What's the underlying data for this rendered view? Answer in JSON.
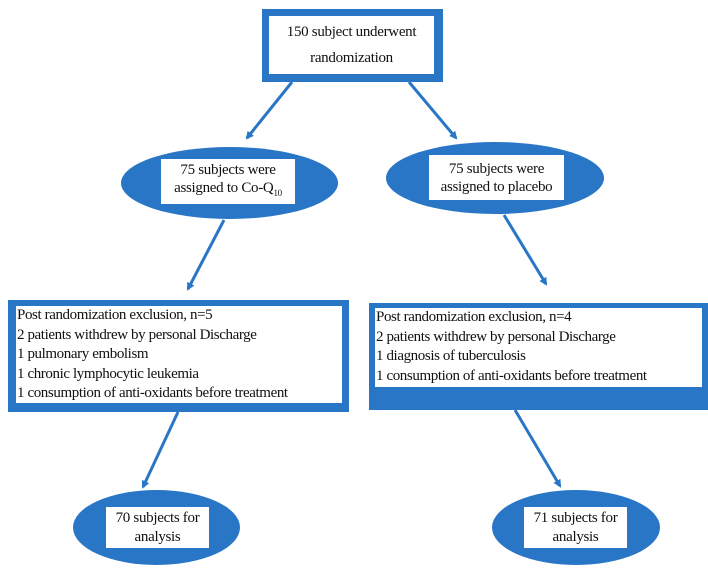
{
  "colors": {
    "accent": "#2a76c6"
  },
  "top": {
    "line1": "150 subject underwent",
    "line2": "randomization"
  },
  "groups": [
    {
      "assigned_line1": "75 subjects were",
      "assigned_line2": "assigned to Co-Q",
      "assigned_sub": "10",
      "exclusion": [
        "Post randomization exclusion, n=5",
        "2 patients withdrew by personal Discharge",
        "1 pulmonary embolism",
        "1 chronic lymphocytic leukemia",
        "1 consumption of anti-oxidants before treatment"
      ],
      "analysis_line1": "70 subjects for",
      "analysis_line2": "analysis"
    },
    {
      "assigned_line1": "75 subjects were",
      "assigned_line2": "assigned to placebo",
      "exclusion": [
        "Post randomization exclusion, n=4",
        "2 patients withdrew by personal Discharge",
        "1 diagnosis of tuberculosis",
        "1 consumption of anti-oxidants before treatment"
      ],
      "analysis_line1": "71 subjects for",
      "analysis_line2": "analysis"
    }
  ]
}
